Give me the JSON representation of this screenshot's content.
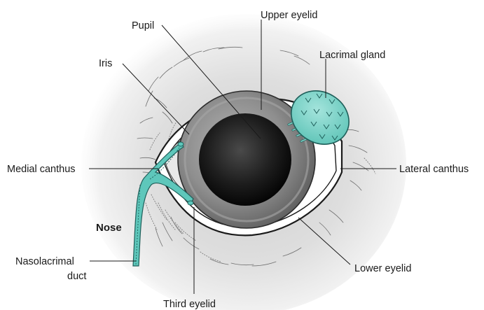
{
  "labels": {
    "pupil": "Pupil",
    "upper_eyelid": "Upper eyelid",
    "iris": "Iris",
    "lacrimal_gland": "Lacrimal gland",
    "medial_canthus": "Medial canthus",
    "lateral_canthus": "Lateral canthus",
    "nose": "Nose",
    "nasolacrimal_duct_line1": "Nasolacrimal",
    "nasolacrimal_duct_line2": "duct",
    "lower_eyelid": "Lower eyelid",
    "third_eyelid": "Third eyelid"
  },
  "colors": {
    "gland_fill": "#7fd3c8",
    "gland_stroke": "#1f5f5a",
    "duct_fill": "#5ec7bb",
    "iris_fill": "#8d8d8d",
    "pupil_fill": "#1c1c1c",
    "sclera_fill": "#ffffff",
    "halo": "#d9d9d9"
  }
}
